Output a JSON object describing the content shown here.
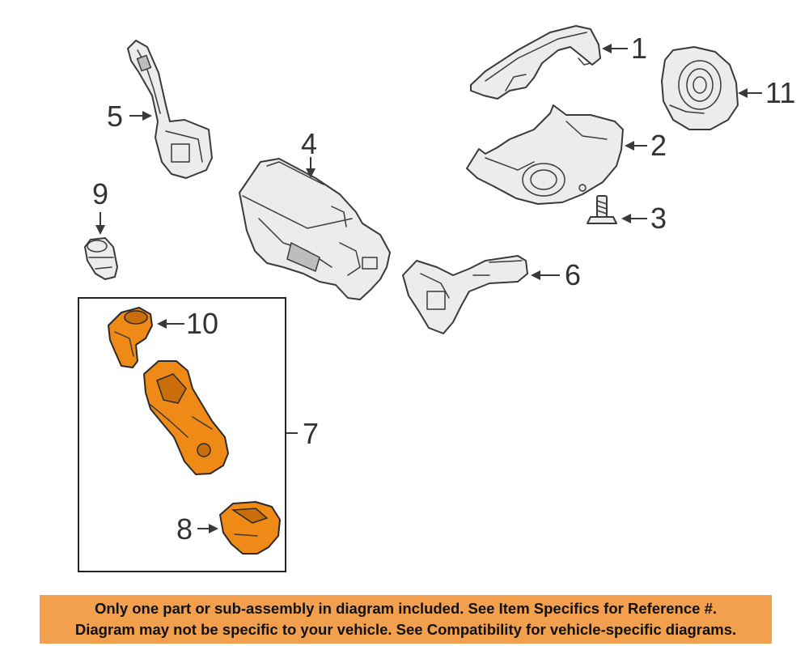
{
  "callouts": {
    "c1": "1",
    "c2": "2",
    "c3": "3",
    "c4": "4",
    "c5": "5",
    "c6": "6",
    "c7": "7",
    "c8": "8",
    "c9": "9",
    "c10": "10",
    "c11": "11"
  },
  "notice": {
    "line1": "Only one part or sub-assembly in diagram included. See Item Specifics for Reference #.",
    "line2": "Diagram may not be specific to your vehicle. See Compatibility for vehicle-specific diagrams."
  },
  "colors": {
    "highlight_part": "#ef8a17",
    "notice_background": "#f3a04e",
    "outline": "#3a3a3a"
  }
}
